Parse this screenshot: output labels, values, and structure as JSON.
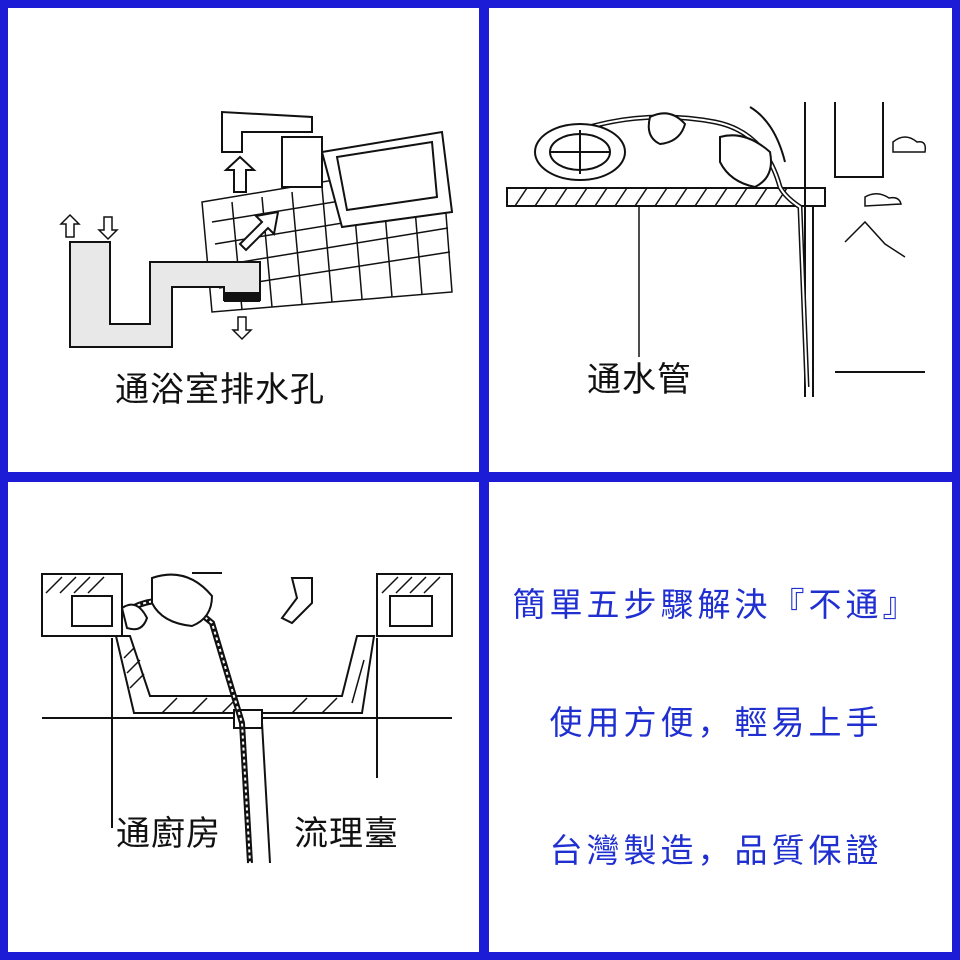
{
  "panels": [
    {
      "caption": "通浴室排水孔"
    },
    {
      "caption": "通水管"
    },
    {
      "caption_left": "通廚房",
      "caption_right": "流理臺"
    }
  ],
  "text_panel": {
    "line1": "簡單五步驟解決『不通』",
    "line2": "使用方便，輕易上手",
    "line3": "台灣製造，品質保證"
  },
  "colors": {
    "border": "#1c1cd6",
    "text_blue": "#1f2fd0"
  }
}
